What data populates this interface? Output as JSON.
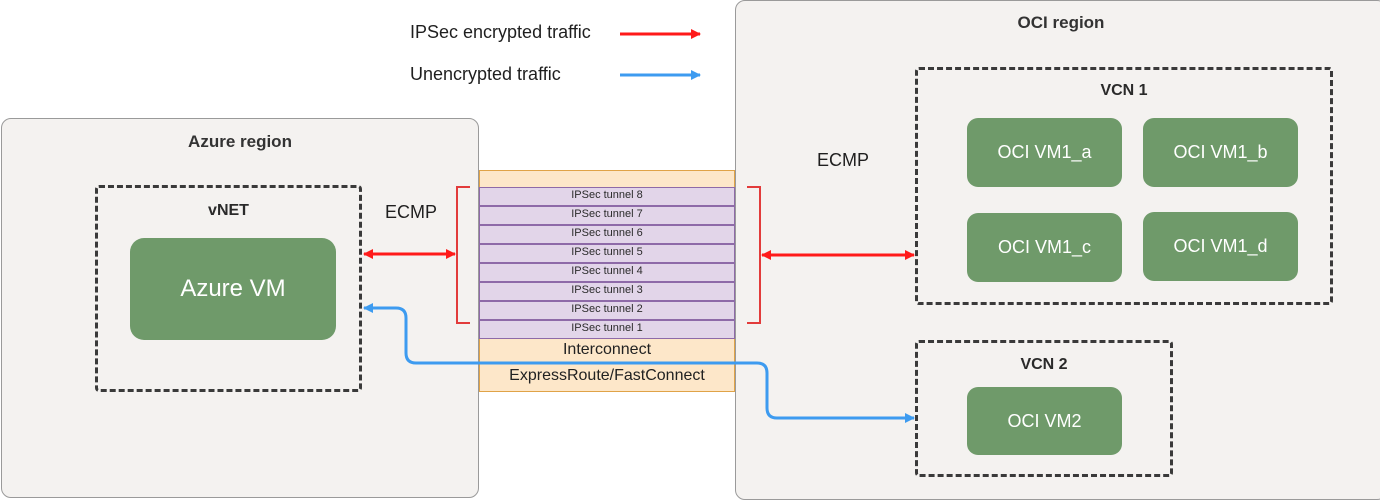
{
  "legend": {
    "ipsec_label": "IPSec encrypted traffic",
    "unencrypted_label": "Unencrypted traffic",
    "ipsec_color": "#ff1a1a",
    "unencrypted_color": "#3d9bf0"
  },
  "azure": {
    "region_title": "Azure region",
    "vnet_title": "vNET",
    "vm_label": "Azure VM"
  },
  "oci": {
    "region_title": "OCI region",
    "vcn1_title": "VCN 1",
    "vcn1_vms": [
      "OCI VM1_a",
      "OCI VM1_b",
      "OCI VM1_c",
      "OCI VM1_d"
    ],
    "vcn2_title": "VCN 2",
    "vcn2_vm": "OCI VM2"
  },
  "ecmp_left": "ECMP",
  "ecmp_right": "ECMP",
  "interconnect": {
    "tunnels": [
      "IPSec tunnel 8",
      "IPSec tunnel 7",
      "IPSec tunnel 6",
      "IPSec tunnel 5",
      "IPSec tunnel 4",
      "IPSec tunnel 3",
      "IPSec tunnel 2",
      "IPSec tunnel 1"
    ],
    "label": "Interconnect",
    "sublabel": "ExpressRoute/FastConnect"
  },
  "colors": {
    "vm_fill": "#6f9a6a",
    "region_fill": "#f4f2f0",
    "interconnect_fill": "#fde7c9",
    "tunnel_fill": "#e2d5e9"
  }
}
